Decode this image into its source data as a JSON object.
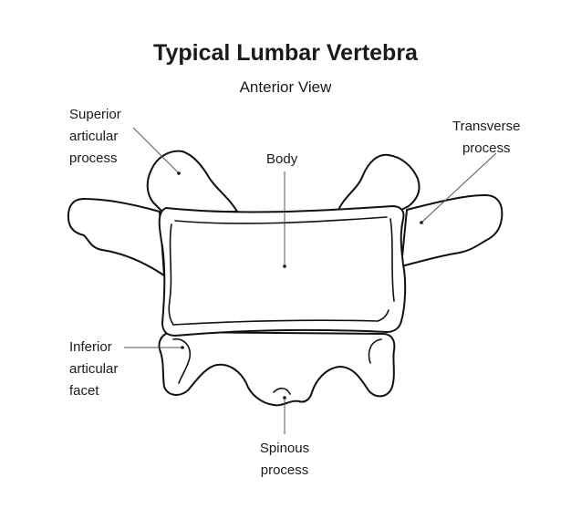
{
  "diagram": {
    "title": "Typical Lumbar Vertebra",
    "subtitle": "Anterior View",
    "labels": {
      "superior_articular_process": "Superior\narticular\nprocess",
      "transverse_process": "Transverse\nprocess",
      "body": "Body",
      "inferior_articular_facet": "Inferior\narticular\nfacet",
      "spinous_process": "Spinous\nprocess"
    }
  }
}
